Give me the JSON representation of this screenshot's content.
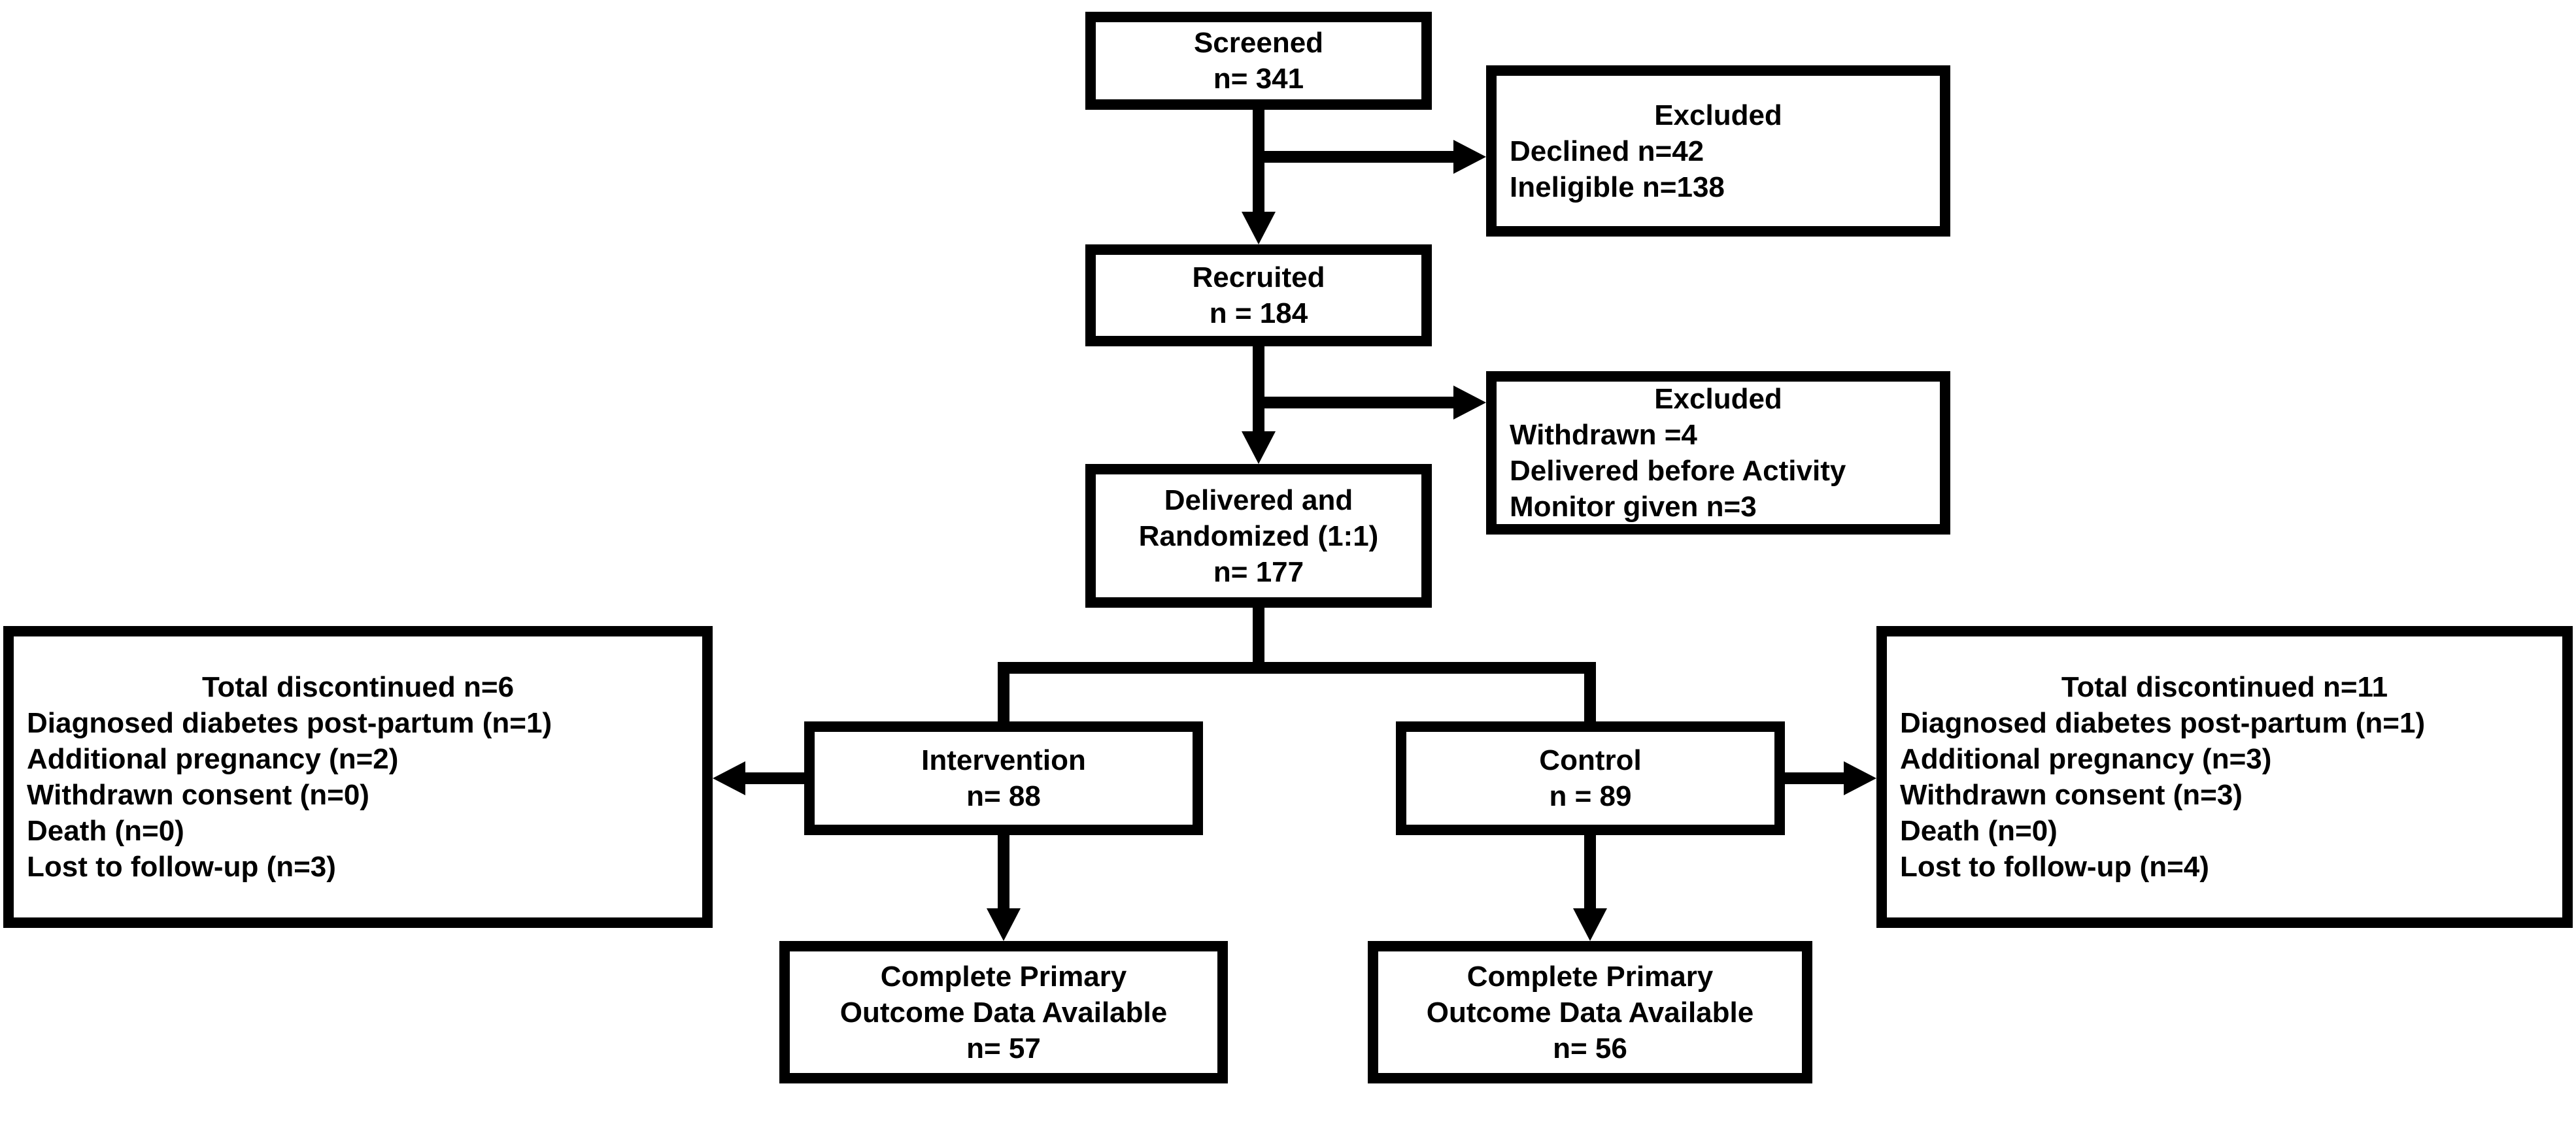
{
  "colors": {
    "line": "#000000",
    "background": "#ffffff",
    "text": "#000000"
  },
  "flowchart": {
    "type": "consort-flow-diagram",
    "screened": {
      "label": "Screened",
      "n": "n= 341"
    },
    "excluded_screening": {
      "title": "Excluded",
      "items": [
        "Declined n=42",
        "Ineligible n=138"
      ]
    },
    "recruited": {
      "label": "Recruited",
      "n": "n = 184"
    },
    "excluded_recruited": {
      "title": "Excluded",
      "items": [
        "Withdrawn =4",
        "Delivered before Activity Monitor given n=3"
      ]
    },
    "randomized": {
      "line1": "Delivered and",
      "line2": "Randomized (1:1)",
      "n": "n= 177"
    },
    "discontinued_intervention": {
      "title": "Total discontinued n=6",
      "items": [
        "Diagnosed diabetes post-partum (n=1)",
        "Additional pregnancy (n=2)",
        "Withdrawn consent (n=0)",
        "Death (n=0)",
        "Lost to follow-up (n=3)"
      ]
    },
    "intervention": {
      "label": "Intervention",
      "n": "n= 88"
    },
    "control": {
      "label": "Control",
      "n": "n = 89"
    },
    "discontinued_control": {
      "title": "Total discontinued n=11",
      "items": [
        "Diagnosed diabetes post-partum (n=1)",
        "Additional pregnancy (n=3)",
        "Withdrawn consent (n=3)",
        "Death (n=0)",
        "Lost to follow-up (n=4)"
      ]
    },
    "outcome_intervention": {
      "line1": "Complete Primary",
      "line2": "Outcome Data Available",
      "n": "n= 57"
    },
    "outcome_control": {
      "line1": "Complete Primary",
      "line2": "Outcome Data Available",
      "n": "n= 56"
    }
  }
}
